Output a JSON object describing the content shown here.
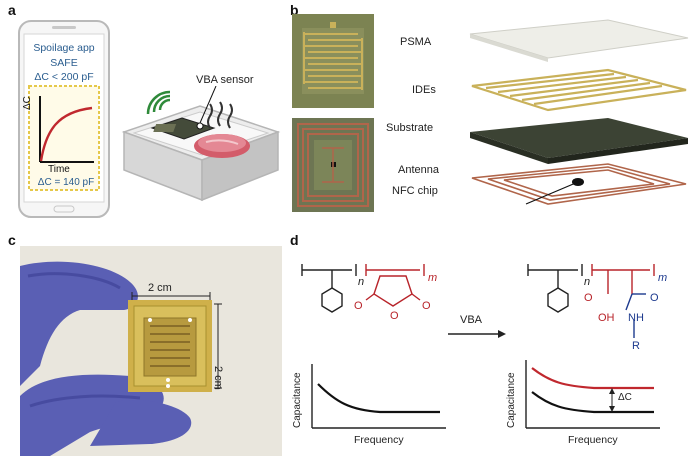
{
  "panels": {
    "a": {
      "letter": "a",
      "phone": {
        "app_title": "Spoilage app",
        "status": "SAFE",
        "threshold": "ΔC < 200 pF",
        "y_axis": "ΔC",
        "x_axis": "Time",
        "reading": "ΔC = 140 pF"
      },
      "sensor_label": "VBA sensor"
    },
    "b": {
      "letter": "b",
      "layers": [
        "PSMA",
        "IDEs",
        "Substrate",
        "Antenna",
        "NFC chip"
      ]
    },
    "c": {
      "letter": "c",
      "width_label": "2 cm",
      "height_label": "2 cm"
    },
    "d": {
      "letter": "d",
      "arrow_label": "VBA",
      "left": {
        "n": "n",
        "m": "m",
        "o1": "O",
        "o2": "O",
        "o3": "O"
      },
      "right": {
        "n": "n",
        "m": "m",
        "o1": "O",
        "oh": "OH",
        "o2": "O",
        "nh": "NH",
        "r": "R"
      },
      "plot": {
        "ylabel": "Capacitance",
        "xlabel": "Frequency",
        "delta": "ΔC"
      }
    }
  },
  "colors": {
    "red_curve": "#c0282e",
    "phone_frame": "#c8c8c8",
    "app_accent": "#2a5d8f",
    "ide_gold": "#c9b15a",
    "substrate": "#3c4334",
    "antenna_copper": "#b0654a",
    "glove_blue": "#5a5fb4",
    "chem_red": "#b8242a",
    "chem_blue": "#1d3a8e"
  }
}
